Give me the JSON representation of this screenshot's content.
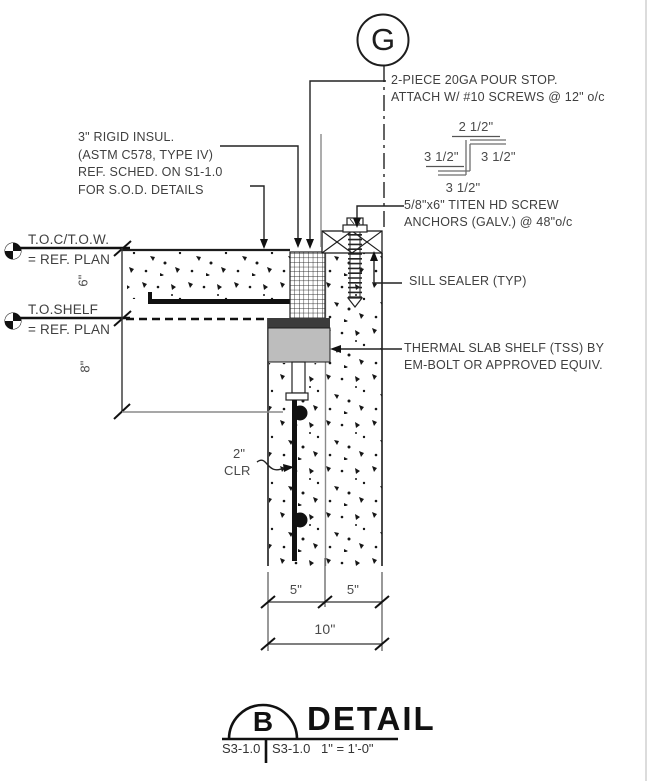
{
  "grid_bubble": {
    "label": "G"
  },
  "notes": {
    "pour_stop": [
      "2-PIECE 20GA POUR STOP.",
      "ATTACH W/ #10 SCREWS @ 12\" o/c"
    ],
    "insulation": [
      "3\" RIGID INSUL.",
      "(ASTM C578, TYPE IV)",
      "REF. SCHED. ON S1-1.0",
      "FOR S.O.D. DETAILS"
    ],
    "anchor": [
      "5/8\"x6\" TITEN HD SCREW",
      "ANCHORS (GALV.) @ 48\"o/c"
    ],
    "sill_sealer": "SILL SEALER (TYP)",
    "thermal_shelf": [
      "THERMAL SLAB SHELF (TSS) BY",
      "EM-BOLT OR APPROVED EQUIV."
    ]
  },
  "elevations": {
    "toc": {
      "title": "T.O.C/T.O.W.",
      "value": "= REF. PLAN"
    },
    "shelf": {
      "title": "T.O.SHELF",
      "value": "= REF. PLAN"
    }
  },
  "dimensions": {
    "profile_top": "2 1/2\"",
    "profile_left": "3 1/2\"",
    "profile_right": "3 1/2\"",
    "profile_bottom": "3 1/2\"",
    "wall_upper": "6\"",
    "wall_lower": "8\"",
    "clear_value": "2\"",
    "clear_label": "CLR",
    "bottom_left": "5\"",
    "bottom_right": "5\"",
    "bottom_total": "10\""
  },
  "title_block": {
    "bubble_letter": "B",
    "title": "DETAIL",
    "sheet_left": "S3-1.0",
    "sheet_right": "S3-1.0",
    "scale": "1\" = 1'-0\""
  },
  "colors": {
    "line": "#222222",
    "text": "#3f3f3f",
    "tss_fill": "#bdbdbd",
    "tss_plate": "#3b3b3b",
    "leader_gray": "#8a8a8a"
  }
}
